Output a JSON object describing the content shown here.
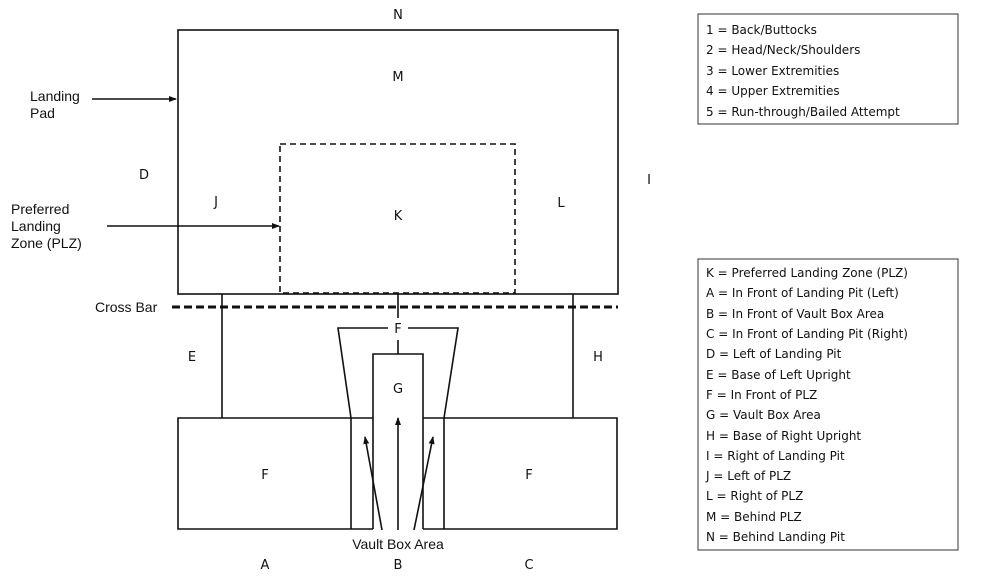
{
  "diagram": {
    "zone_labels": {
      "N": "N",
      "M": "M",
      "D": "D",
      "J": "J",
      "K": "K",
      "L": "L",
      "I": "I",
      "E": "E",
      "H": "H",
      "F_top": "F",
      "G": "G",
      "F_left": "F",
      "F_right": "F",
      "A": "A",
      "B": "B",
      "C": "C"
    },
    "callouts": {
      "landing_pad": [
        "Landing",
        "Pad"
      ],
      "plz": [
        "Preferred",
        "Landing",
        "Zone (PLZ)"
      ],
      "cross_bar": "Cross Bar",
      "vault_box_area": "Vault Box Area"
    }
  },
  "legend_injury": {
    "items": [
      "1 = Back/Buttocks",
      "2 = Head/Neck/Shoulders",
      "3 = Lower Extremities",
      "4 = Upper Extremities",
      "5 = Run-through/Bailed Attempt"
    ]
  },
  "legend_zones": {
    "items": [
      "K = Preferred Landing Zone (PLZ)",
      "A = In Front of Landing Pit (Left)",
      "B = In Front of Vault Box Area",
      "C = In Front of Landing Pit (Right)",
      "D = Left of Landing Pit",
      "E = Base of Left Upright",
      "F = In Front of PLZ",
      "G = Vault Box Area",
      "H = Base of Right Upright",
      "I = Right of Landing Pit",
      "J = Left of PLZ",
      "L = Right of PLZ",
      "M = Behind PLZ",
      "N = Behind Landing Pit"
    ]
  }
}
